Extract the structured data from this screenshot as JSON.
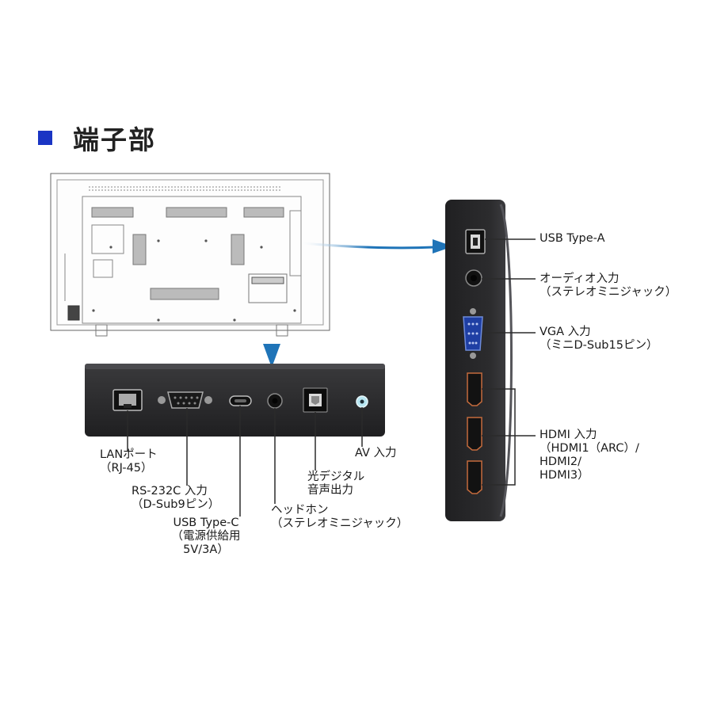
{
  "title": "端子部",
  "colors": {
    "accent": "#1a35c4",
    "arrow": "#1f74b8",
    "panel": "#2b2b2d",
    "line": "#3a3a3a"
  },
  "side_panel_ports": [
    {
      "id": "usb-a",
      "lines": [
        "USB Type-A"
      ]
    },
    {
      "id": "audio-in",
      "lines": [
        "オーディオ入力",
        "（ステレオミニジャック）"
      ]
    },
    {
      "id": "vga-in",
      "lines": [
        "VGA 入力",
        "（ミニD-Sub15ピン）"
      ]
    },
    {
      "id": "hdmi-in",
      "lines": [
        "HDMI 入力",
        "（HDMI1（ARC）/",
        "HDMI2/",
        "HDMI3）"
      ]
    }
  ],
  "bottom_panel_ports": [
    {
      "id": "lan",
      "lines": [
        "LANポート",
        "（RJ-45）"
      ]
    },
    {
      "id": "rs232c",
      "lines": [
        "RS-232C 入力",
        "（D-Sub9ピン）"
      ]
    },
    {
      "id": "usb-c",
      "lines": [
        "USB Type-C",
        "（電源供給用",
        "5V/3A）"
      ]
    },
    {
      "id": "headphone",
      "lines": [
        "ヘッドホン",
        "（ステレオミニジャック）"
      ]
    },
    {
      "id": "optical",
      "lines": [
        "光デジタル",
        "音声出力"
      ]
    },
    {
      "id": "av-in",
      "lines": [
        "AV 入力"
      ]
    }
  ]
}
